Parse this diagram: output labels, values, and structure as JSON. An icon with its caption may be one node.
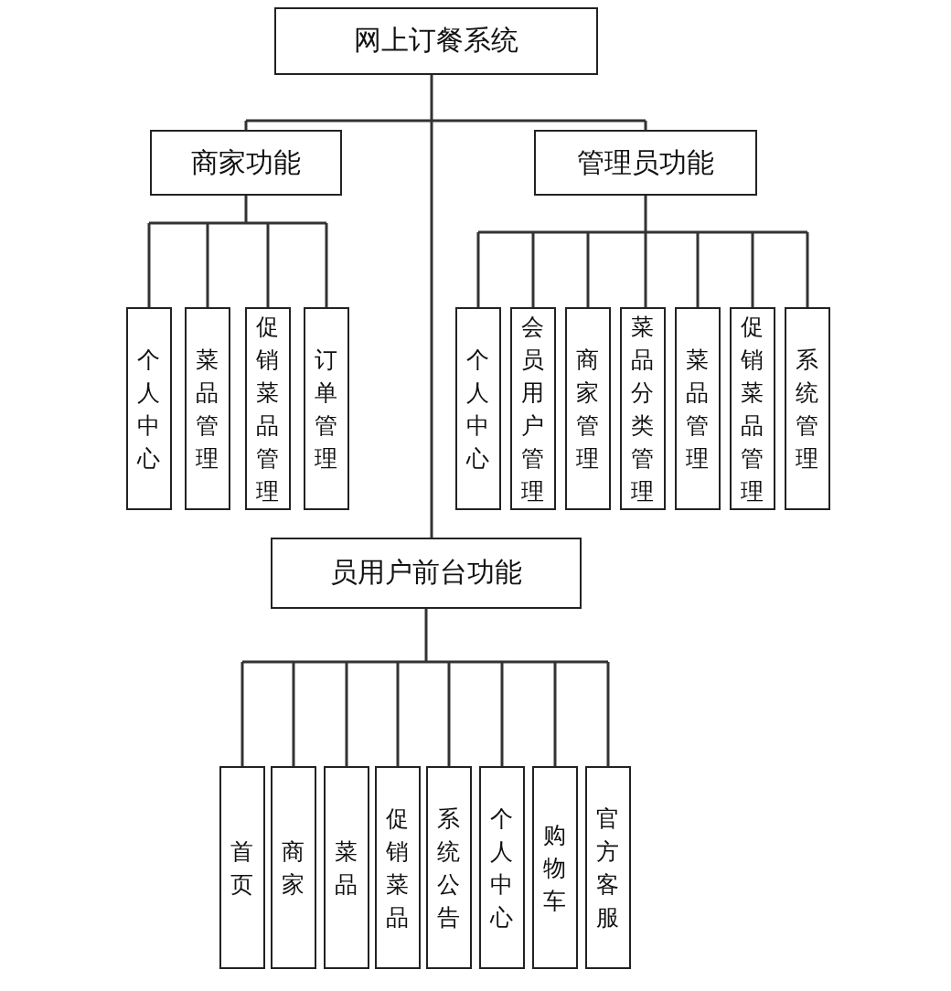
{
  "diagram": {
    "nodes": [
      {
        "text": [
          "网上订餐系统"
        ]
      },
      {
        "text": [
          "商家功能"
        ]
      },
      {
        "text": [
          "管理员功能"
        ]
      },
      {
        "text": [
          "员用户前台功能"
        ]
      },
      {
        "text": [
          "个人中心"
        ]
      },
      {
        "text": [
          "菜品管理"
        ]
      },
      {
        "text": [
          "促销菜品管理"
        ]
      },
      {
        "text": [
          "订单管理"
        ]
      },
      {
        "text": [
          "个人中心"
        ]
      },
      {
        "text": [
          "会员用户管理"
        ]
      },
      {
        "text": [
          "商家管理"
        ]
      },
      {
        "text": [
          "菜品分类管理"
        ]
      },
      {
        "text": [
          "菜品管理"
        ]
      },
      {
        "text": [
          "促销菜品管理"
        ]
      },
      {
        "text": [
          "系统管理"
        ]
      },
      {
        "text": [
          "首页"
        ]
      },
      {
        "text": [
          "商家"
        ]
      },
      {
        "text": [
          "菜品"
        ]
      },
      {
        "text": [
          "促销菜品"
        ]
      },
      {
        "text": [
          "系统公告"
        ]
      },
      {
        "text": [
          "个人中心"
        ]
      },
      {
        "text": [
          "购物车"
        ]
      },
      {
        "text": [
          "官方客服"
        ]
      }
    ],
    "edges": [
      {
        "from": 0,
        "to": 1,
        "arrow": "none"
      },
      {
        "from": 0,
        "to": 2,
        "arrow": "none"
      },
      {
        "from": 0,
        "to": 3,
        "arrow": "none"
      },
      {
        "from": 1,
        "to": 4,
        "arrow": "none"
      },
      {
        "from": 1,
        "to": 5,
        "arrow": "none"
      },
      {
        "from": 1,
        "to": 6,
        "arrow": "none"
      },
      {
        "from": 1,
        "to": 7,
        "arrow": "none"
      },
      {
        "from": 2,
        "to": 8,
        "arrow": "none"
      },
      {
        "from": 2,
        "to": 9,
        "arrow": "none"
      },
      {
        "from": 2,
        "to": 10,
        "arrow": "none"
      },
      {
        "from": 2,
        "to": 11,
        "arrow": "none"
      },
      {
        "from": 2,
        "to": 12,
        "arrow": "none"
      },
      {
        "from": 2,
        "to": 13,
        "arrow": "none"
      },
      {
        "from": 2,
        "to": 14,
        "arrow": "none"
      },
      {
        "from": 3,
        "to": 15,
        "arrow": "none"
      },
      {
        "from": 3,
        "to": 16,
        "arrow": "none"
      },
      {
        "from": 3,
        "to": 17,
        "arrow": "none"
      },
      {
        "from": 3,
        "to": 18,
        "arrow": "none"
      },
      {
        "from": 3,
        "to": 19,
        "arrow": "none"
      },
      {
        "from": 3,
        "to": 20,
        "arrow": "none"
      },
      {
        "from": 3,
        "to": 21,
        "arrow": "none"
      },
      {
        "from": 3,
        "to": 22,
        "arrow": "none"
      }
    ]
  }
}
